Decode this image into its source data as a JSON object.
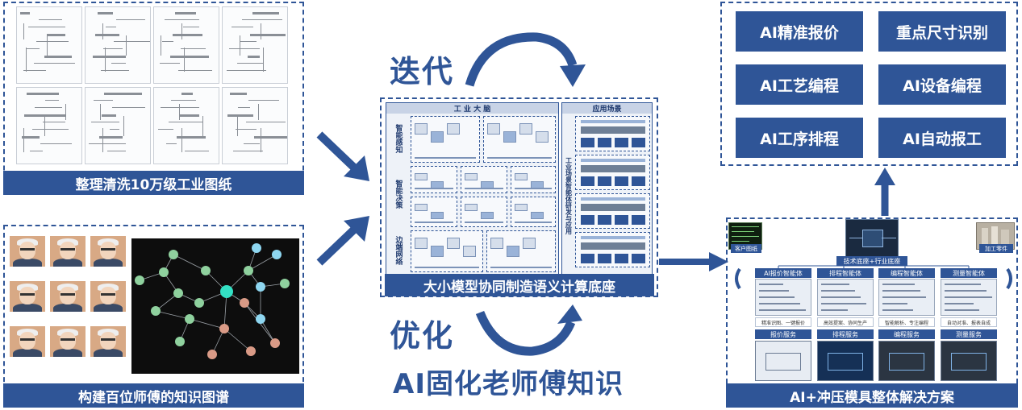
{
  "left_top": {
    "caption": "整理清洗10万级工业图纸"
  },
  "left_bottom": {
    "caption": "构建百位师傅的知识图谱"
  },
  "center": {
    "iterate_label": "迭代",
    "optimize_label": "优化",
    "platform_caption": "大小模型协同制造语义计算底座",
    "solidify_label": "AI固化老师傅知识",
    "panel_left_title": "工 业 大 脑",
    "panel_right_title": "应用场景",
    "row_labels": [
      "智能感知",
      "智能决策",
      "边端网络"
    ],
    "right_vertical_label": "工业场景智能体研发与应用"
  },
  "right_top": {
    "buttons": [
      "AI精准报价",
      "重点尺寸识别",
      "AI工艺编程",
      "AI设备编程",
      "AI工序排程",
      "AI自动报工"
    ]
  },
  "right_bottom": {
    "caption": "AI+冲压模具整体解决方案",
    "base_label": "技术底座+行业底座",
    "left_tag": "客户图纸",
    "right_tag": "加工零件",
    "agents": [
      "AI报价智能体",
      "排程智能体",
      "编程智能体",
      "测量智能体"
    ],
    "agent_notes": [
      "精准识图、一键报价",
      "高效提案、协同生产",
      "智能解析、专注编程",
      "自动对准、报表自成"
    ],
    "services": [
      "报价服务",
      "排程服务",
      "编程服务",
      "测量服务"
    ]
  },
  "colors": {
    "accent": "#2F5597",
    "node_green": "#8fd19e",
    "node_cyan": "#33e0c4",
    "node_salmon": "#d99a86",
    "node_blue": "#8ed6f0"
  }
}
